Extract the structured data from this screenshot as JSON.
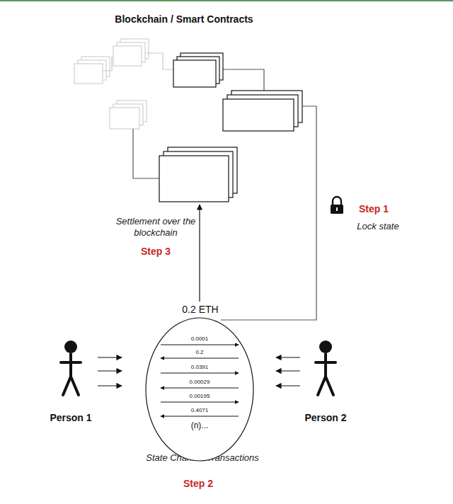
{
  "diagram": {
    "title": "Blockchain / Smart Contracts",
    "nodes": [
      {
        "text": [
          "0.0001",
          "0.2",
          "0.0391",
          "0.00029",
          "0.00195",
          "0.4071",
          "(n)..."
        ]
      }
    ],
    "labels": [
      "Step 1",
      "Lock state",
      "Settlement over the blockchain",
      "Step 3",
      "0.2 ETH",
      "Person 1",
      "Person 2",
      "State Channel Transactions",
      "Step 2"
    ]
  }
}
